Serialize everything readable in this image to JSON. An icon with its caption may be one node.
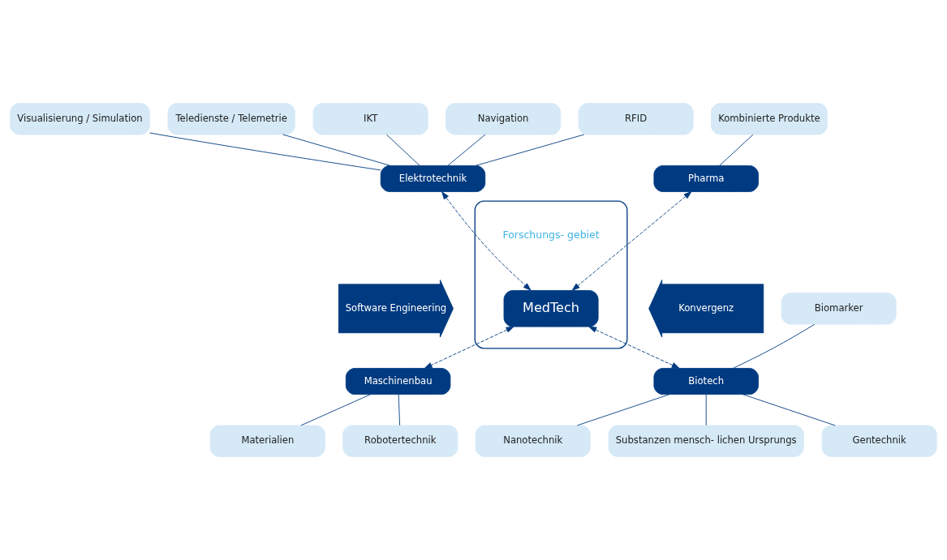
{
  "diagram": {
    "nodes": [
      {
        "text": [
          "Visualisierung / Simulation"
        ]
      },
      {
        "text": [
          "Teledienste / Telemetrie"
        ]
      },
      {
        "text": [
          "IKT"
        ]
      },
      {
        "text": [
          "Kombinierte Produkte"
        ]
      },
      {
        "text": [
          "Navigation"
        ]
      },
      {
        "text": [
          "RFID"
        ]
      },
      {
        "text": [
          "Elektrotechnik"
        ]
      },
      {
        "text": [
          "Pharma"
        ]
      },
      {
        "text": [],
        "shape": "box"
      },
      {
        "text": [
          "Software Engineering"
        ]
      },
      {
        "text": [
          "MedTech"
        ],
        "in": 8
      },
      {
        "text": [
          "Konvergenz"
        ]
      },
      {
        "text": [
          "Biomarker"
        ]
      },
      {
        "text": [
          "Maschinenbau"
        ]
      },
      {
        "text": [
          "Biotech"
        ]
      },
      {
        "text": [
          "Materialien"
        ]
      },
      {
        "text": [
          "Robotertechnik"
        ]
      },
      {
        "text": [
          "Nanotechnik"
        ]
      },
      {
        "text": [
          "Substanzen mensch- lichen Ursprungs"
        ]
      },
      {
        "text": [
          "Gentechnik"
        ]
      }
    ],
    "edges": [
      {
        "from": 0,
        "to": 6,
        "arrow": "none"
      },
      {
        "from": 1,
        "to": 6,
        "arrow": "none"
      },
      {
        "from": 2,
        "to": 6,
        "arrow": "none"
      },
      {
        "from": 4,
        "to": 6,
        "arrow": "none"
      },
      {
        "from": 5,
        "to": 6,
        "arrow": "none"
      },
      {
        "from": 3,
        "to": 7,
        "arrow": "none"
      },
      {
        "from": 6,
        "to": 10,
        "arrow": "both",
        "style": "dashed"
      },
      {
        "from": 7,
        "to": 10,
        "arrow": "both",
        "style": "dashed"
      },
      {
        "from": 10,
        "to": 13,
        "arrow": "both",
        "style": "dashed"
      },
      {
        "from": 10,
        "to": 14,
        "arrow": "both",
        "style": "dashed"
      },
      {
        "from": 12,
        "to": 14,
        "arrow": "none"
      },
      {
        "from": 13,
        "to": 15,
        "arrow": "none"
      },
      {
        "from": 13,
        "to": 16,
        "arrow": "none"
      },
      {
        "from": 14,
        "to": 17,
        "arrow": "none"
      },
      {
        "from": 14,
        "to": 18,
        "arrow": "none"
      },
      {
        "from": 14,
        "to": 19,
        "arrow": "none"
      }
    ],
    "labels": [
      "Forschungs- gebiet"
    ]
  }
}
